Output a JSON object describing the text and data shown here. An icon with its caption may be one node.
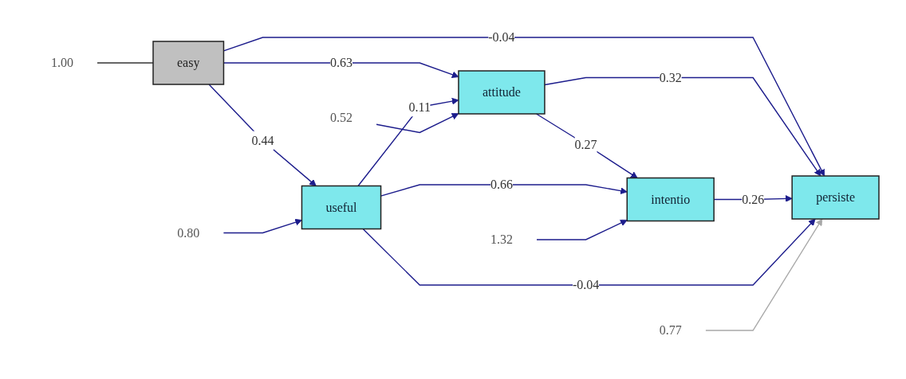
{
  "diagram": {
    "nodes": [
      {
        "text": [
          "easy"
        ]
      },
      {
        "text": [
          "attitude"
        ]
      },
      {
        "text": [
          "intentio"
        ]
      },
      {
        "text": [
          "useful"
        ]
      },
      {
        "text": [
          "persiste"
        ]
      },
      {
        "text": [
          "1.00"
        ]
      },
      {
        "text": [
          "0.52"
        ]
      },
      {
        "text": [
          "1.32"
        ]
      },
      {
        "text": [
          "0.80"
        ]
      },
      {
        "text": [
          "0.77"
        ]
      }
    ],
    "edges": [
      {
        "from": 0,
        "to": 1,
        "arrow": "to",
        "label": "0.63"
      },
      {
        "from": 0,
        "to": 4,
        "arrow": "to",
        "label": "-0.04"
      },
      {
        "from": 0,
        "to": 3,
        "arrow": "to",
        "label": "0.44"
      },
      {
        "from": 3,
        "to": 1,
        "arrow": "to",
        "label": "0.11"
      },
      {
        "from": 1,
        "to": 2,
        "arrow": "to",
        "label": "0.27"
      },
      {
        "from": 1,
        "to": 4,
        "arrow": "to",
        "label": "0.32"
      },
      {
        "from": 3,
        "to": 2,
        "arrow": "to",
        "label": "0.66"
      },
      {
        "from": 2,
        "to": 4,
        "arrow": "to",
        "label": "0.26"
      },
      {
        "from": 3,
        "to": 4,
        "arrow": "to",
        "label": "-0.04"
      },
      {
        "from": 5,
        "to": 0,
        "arrow": "none",
        "color": "#333333"
      },
      {
        "from": 6,
        "to": 1,
        "arrow": "to"
      },
      {
        "from": 7,
        "to": 2,
        "arrow": "to"
      },
      {
        "from": 8,
        "to": 3,
        "arrow": "to"
      },
      {
        "from": 9,
        "to": 4,
        "arrow": "to",
        "color": "#a8a8a8"
      }
    ]
  }
}
